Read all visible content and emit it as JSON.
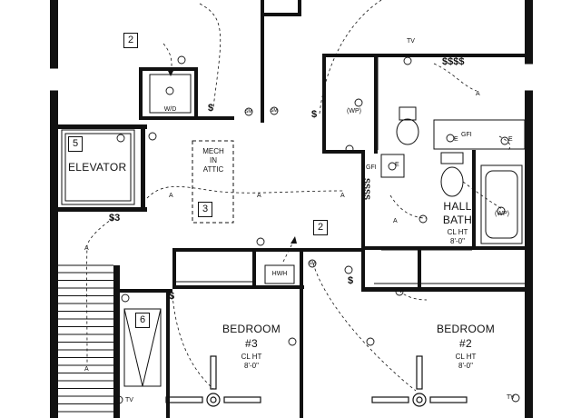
{
  "rooms": {
    "elevator": "ELEVATOR",
    "mech": [
      "MECH",
      "IN",
      "ATTIC"
    ],
    "hall_bath": [
      "HALL",
      "BATH"
    ],
    "hall_bath_ceiling": [
      "CL HT",
      "8'-0\""
    ],
    "bedroom3": [
      "BEDROOM",
      "#3"
    ],
    "bedroom3_ceiling": [
      "CL HT",
      "8'-0\""
    ],
    "bedroom2": [
      "BEDROOM",
      "#2"
    ],
    "bedroom2_ceiling": [
      "CL HT",
      "8'-0\""
    ],
    "laundry": "W/D",
    "water_heater": "HWH"
  },
  "tags": [
    "2",
    "5",
    "3",
    "2",
    "6"
  ],
  "symbols": {
    "switch_quad": "$$$$",
    "switch_quad_vertical": "SSSS",
    "switch_three_way": "$3",
    "switch": "$",
    "light": "A",
    "smoke": "SM",
    "tv": "TV",
    "gfi": "GFI",
    "wp": "(WP)",
    "e": "E"
  }
}
